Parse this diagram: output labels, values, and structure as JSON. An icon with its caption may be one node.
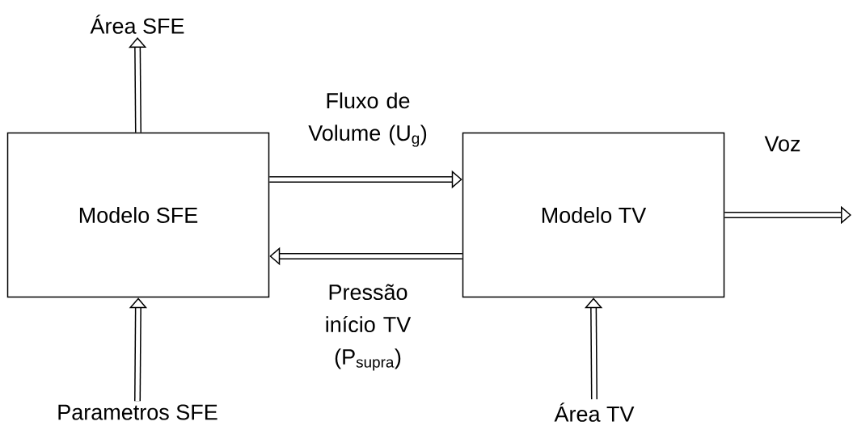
{
  "diagram": {
    "nodes": [
      {
        "text": [
          "Modelo SFE"
        ]
      },
      {
        "text": [
          "Modelo TV"
        ]
      },
      {
        "text": [
          "Área SFE"
        ]
      },
      {
        "text": [
          "Parametros SFE"
        ]
      },
      {
        "text": [
          "Área TV"
        ]
      }
    ],
    "edges": [
      {
        "from": 0,
        "to": 2,
        "arrow": "to"
      },
      {
        "from": 3,
        "to": 0,
        "arrow": "to"
      },
      {
        "from": 0,
        "to": 1,
        "arrow": "to",
        "label": "Fluxo de Volume (U$_{g}$)"
      },
      {
        "from": 1,
        "to": 0,
        "arrow": "to",
        "label": "Pressão início TV (P$_{supra}$)"
      },
      {
        "from": 4,
        "to": 1,
        "arrow": "to"
      },
      {
        "from": 1,
        "to": null,
        "arrow": "to",
        "label": "Voz"
      }
    ]
  }
}
